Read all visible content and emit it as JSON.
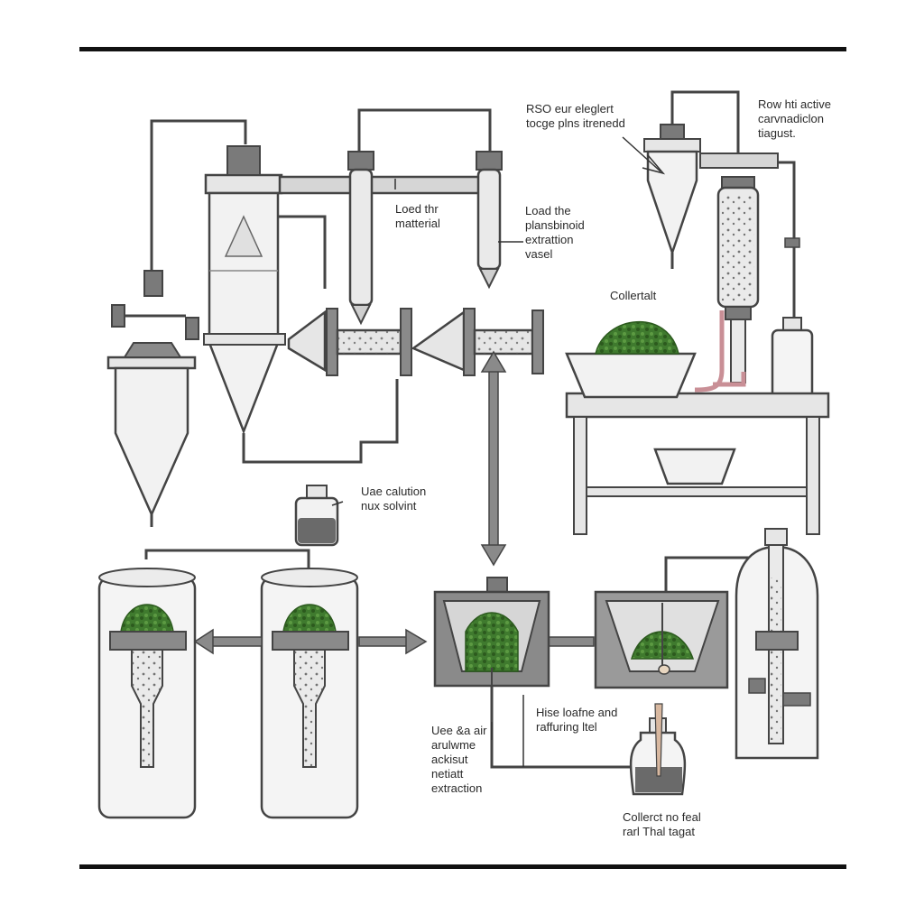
{
  "labels": {
    "rso": [
      "RSO eur eleglert",
      "tocge plns itrenedd"
    ],
    "row": [
      "Row hti active",
      "carvnadiclon",
      "tiagust."
    ],
    "load_material": [
      "Loed thr",
      "matterial"
    ],
    "load_vessel": [
      "Load the",
      "plansbinoid",
      "extrattion",
      "vasel"
    ],
    "collect_top": [
      "Collertalt"
    ],
    "use_cal": [
      "Uae calution",
      "nux solvint"
    ],
    "use_air": [
      "Uee &a air",
      "arulwme",
      "ackisut",
      "netiatt",
      "extraction"
    ],
    "hise": [
      "Hise loafne and",
      "raffuring ltel"
    ],
    "collect_bottom": [
      "Collerct no feal",
      "rarl Thal tagat"
    ]
  },
  "colors": {
    "line": "#444444",
    "metal_fill": "#e6e6e6",
    "dark_metal": "#7a7a7a",
    "glass": "#f2f2f2",
    "plant": "#3f7a2e",
    "plant_dark": "#2c5a1e",
    "liquid": "#6a6a6a",
    "tube_pink": "#c98f96",
    "rule": "#111111"
  }
}
